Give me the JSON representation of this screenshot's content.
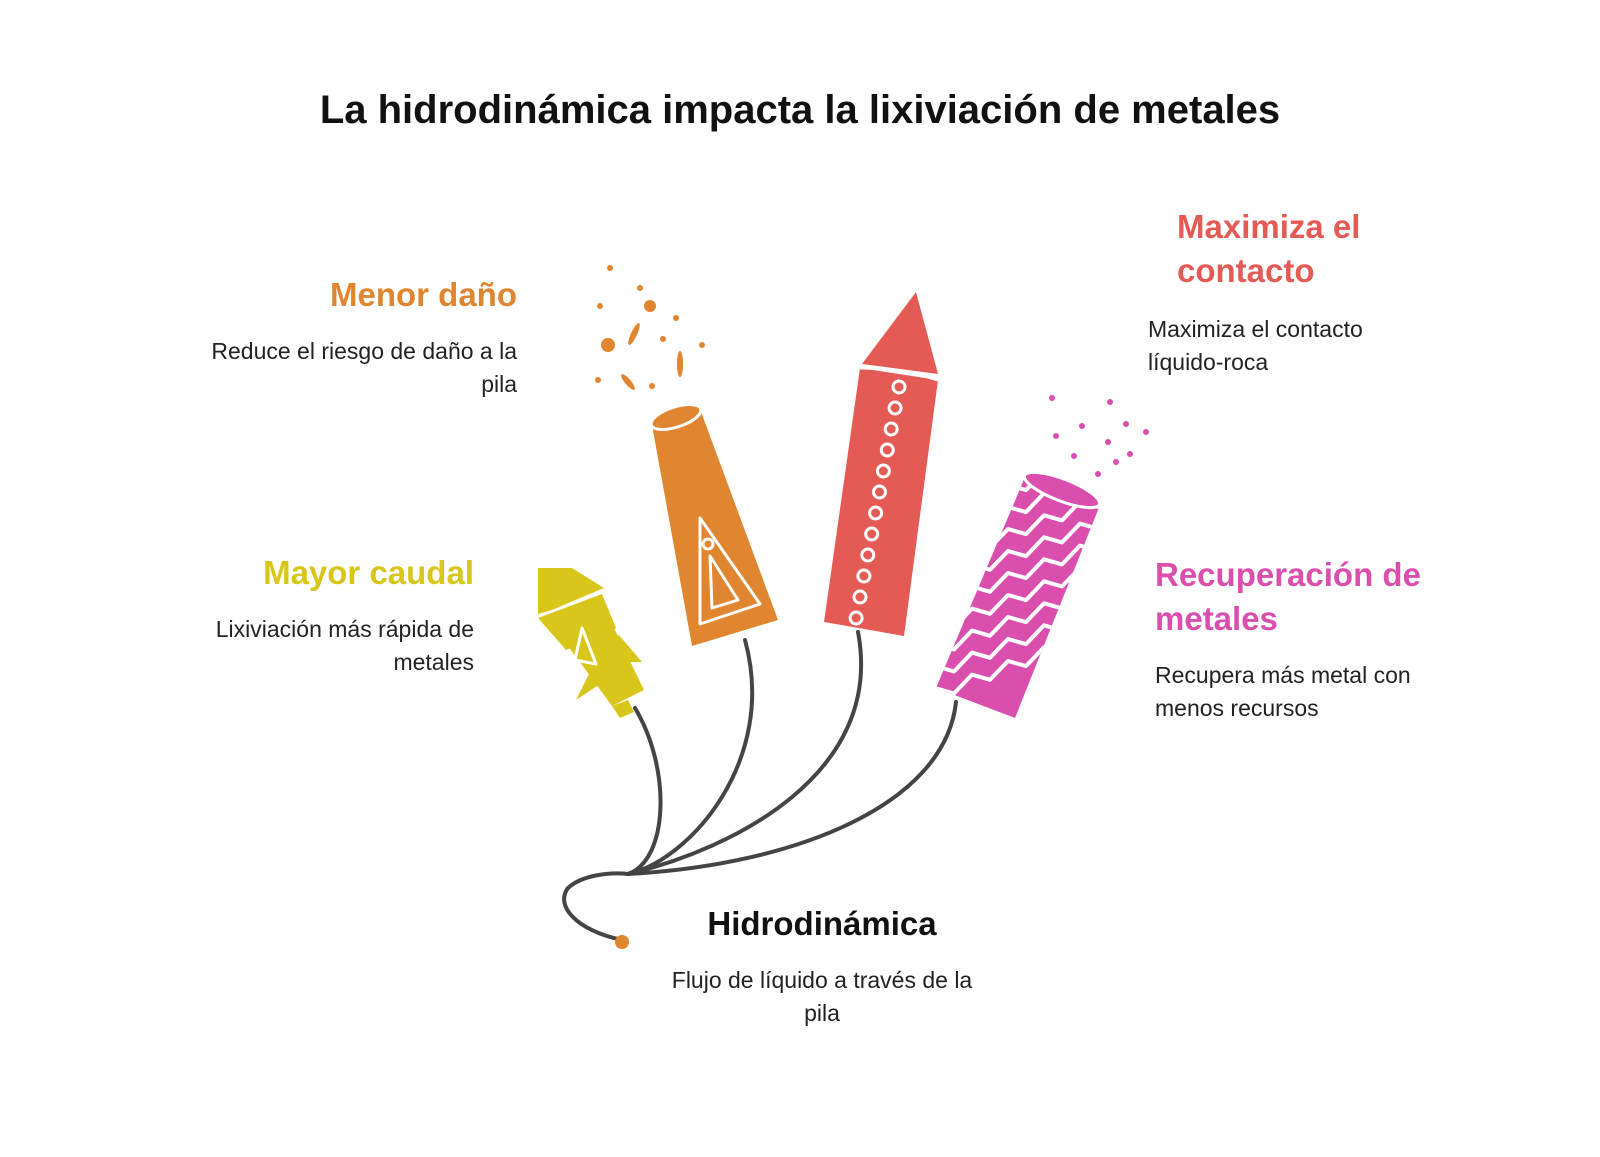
{
  "title": "La hidrodinámica impacta la lixiviación de metales",
  "center": {
    "heading": "Hidrodinámica",
    "desc": "Flujo de líquido a través de la pila"
  },
  "items": [
    {
      "heading": "Mayor caudal",
      "desc": "Lixiviación más rápida de metales",
      "color": "#D9C61A"
    },
    {
      "heading": "Menor daño",
      "desc": "Reduce el riesgo de daño a la pila",
      "color": "#E08530"
    },
    {
      "heading": "Maximiza el contacto",
      "desc": "Maximiza el contacto líquido-roca",
      "color": "#E45A55"
    },
    {
      "heading": "Recuperación de metales",
      "desc": "Recupera más metal con menos recursos",
      "color": "#DA4FAE"
    }
  ]
}
